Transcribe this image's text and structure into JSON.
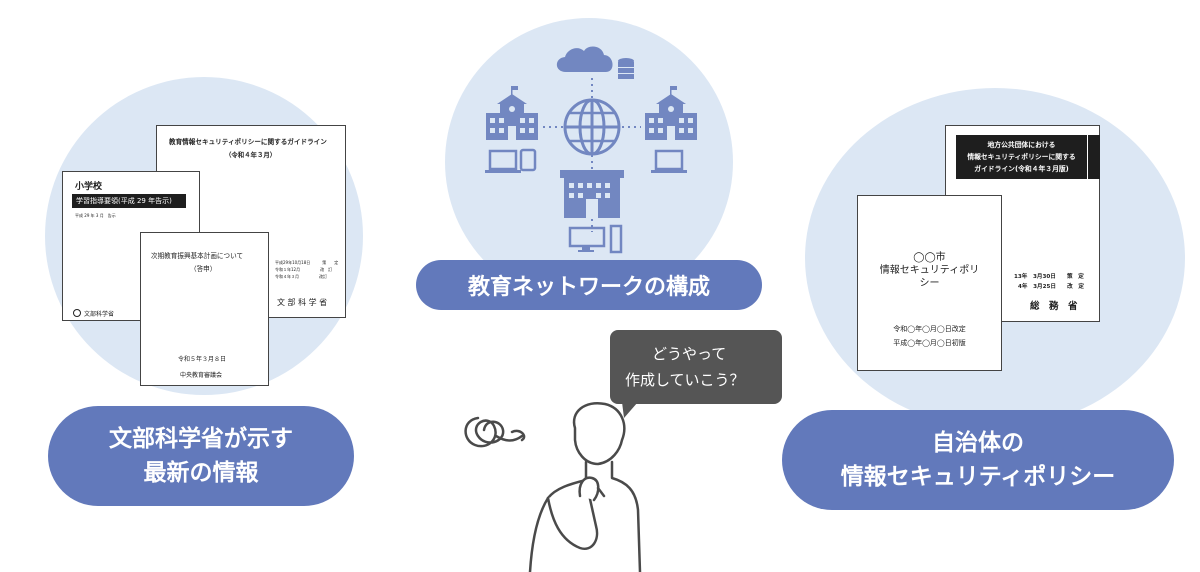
{
  "left": {
    "title_line1": "文部科学省が示す",
    "title_line2": "最新の情報",
    "doc_guideline": {
      "title": "教育情報セキュリティポリシーに関するガイドライン",
      "date": "（令和４年３月）",
      "hist1": "平成29年10月18日　　　策　　定",
      "hist2": "令和１年12月　　　　　改　訂",
      "hist3": "令和４年３月　　　　　改訂",
      "ministry": "文 部 科 学 省"
    },
    "doc_school": {
      "heading": "小学校",
      "bar": "学習指導要領(平成 29 年告示)",
      "sub": "平成 29 年 3 月　告示",
      "logo": "文部科学省"
    },
    "doc_plan": {
      "title": "次期教育振興基本計画について",
      "sub": "（答申）",
      "date": "令和５年３月８日",
      "council": "中央教育審議会"
    }
  },
  "center": {
    "label": "教育ネットワークの構成"
  },
  "bubble": {
    "line1": "どうやって",
    "line2": "作成していこう？"
  },
  "right": {
    "title_line1": "自治体の",
    "title_line2": "情報セキュリティポリシー",
    "doc_local": {
      "bar1": "地方公共団体における",
      "bar2": "情報セキュリティポリシーに関する",
      "bar3": "ガイドライン(令和４年３月版)",
      "hist1": "13年　3月30日　　策　定",
      "hist2": "4年　3月25日　　改　定",
      "ministry": "総　務　省"
    },
    "doc_city": {
      "title1": "◯◯市",
      "title2": "情報セキュリティポリ",
      "title3": "シー",
      "rev1": "令和◯年◯月◯日改定",
      "rev2": "平成◯年◯月◯日初版"
    }
  },
  "colors": {
    "circle": "#dce7f4",
    "pill": "#6279bb",
    "icon": "#7287c1",
    "bubble": "#555555",
    "person_line": "#4a4a4a"
  }
}
